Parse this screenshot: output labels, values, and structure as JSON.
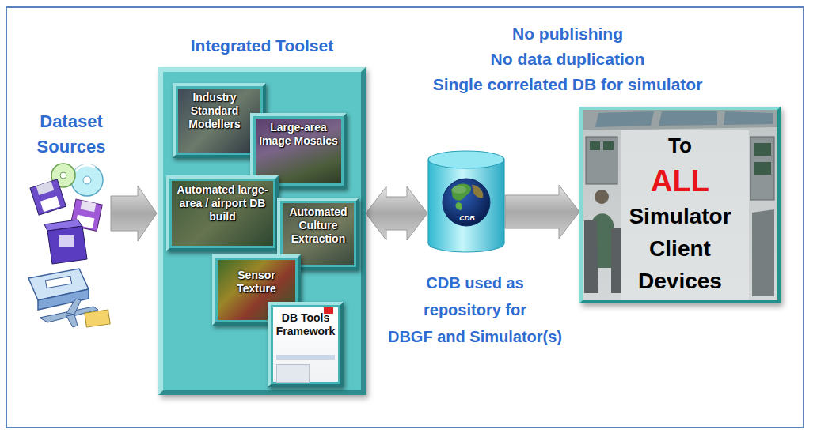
{
  "diagram": {
    "nodes": [
      {
        "text": [
          "Integrated Toolset"
        ]
      },
      {
        "text": [
          "Industry Standard Modellers"
        ],
        "in": 0
      },
      {
        "text": [
          "Large-area Image Mosaics"
        ],
        "in": 0
      },
      {
        "text": [
          "Automated large-area / airport DB build"
        ],
        "in": 0
      },
      {
        "text": [
          "Automated Culture Extraction"
        ],
        "in": 0
      },
      {
        "text": [
          "Sensor Texture"
        ],
        "in": 0
      },
      {
        "text": [
          "DB Tools Framework"
        ],
        "in": 0
      },
      {
        "text": [
          "CDB"
        ]
      },
      {
        "text": [
          "To",
          "ALL",
          "Simulator Client Devices"
        ]
      }
    ],
    "edges": [
      {
        "from": 0,
        "to": 7,
        "arrow": "both"
      },
      {
        "from": 7,
        "to": 8,
        "arrow": "to"
      }
    ],
    "labels": [
      "Dataset Sources",
      "No publishing",
      "No data duplication",
      "Single correlated DB for simulator",
      "CDB used as",
      "repository for",
      "DBGF and Simulator(s)"
    ]
  }
}
